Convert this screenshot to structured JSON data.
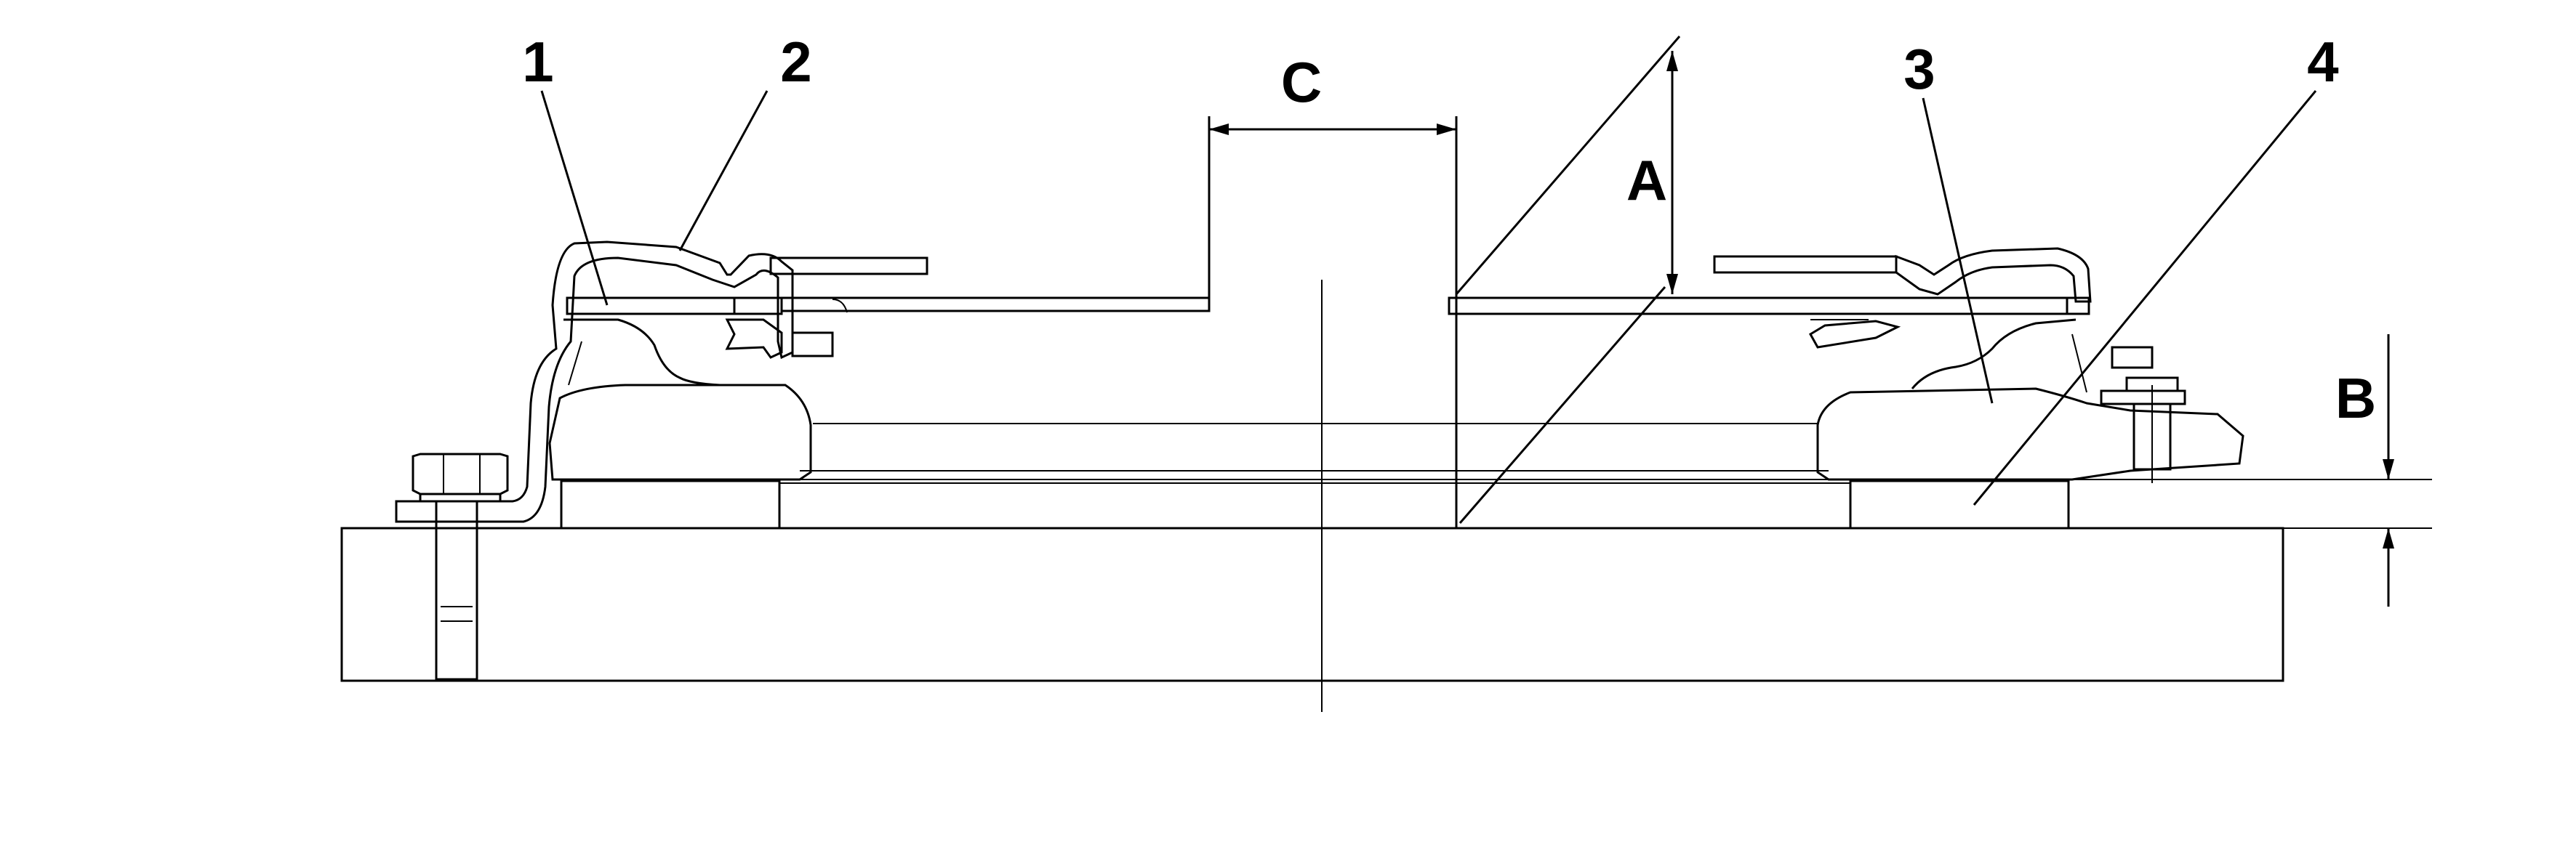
{
  "labels": {
    "part_1": "1",
    "part_2": "2",
    "part_3": "3",
    "part_4": "4",
    "dim_a": "A",
    "dim_b": "B",
    "dim_c": "C"
  },
  "colors": {
    "line": "#000000",
    "background": "#ffffff"
  }
}
